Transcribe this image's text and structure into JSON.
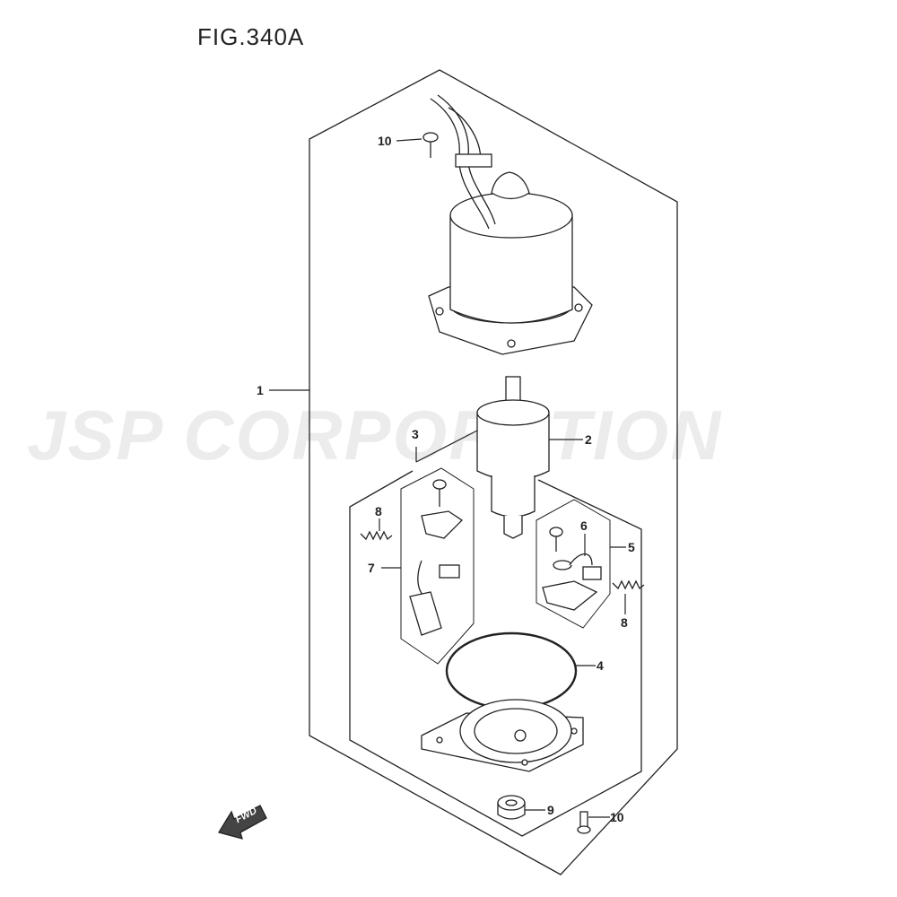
{
  "figure": {
    "title": "FIG.340A"
  },
  "watermark": "JSP CORPORATION",
  "direction_label": "FWD",
  "callouts": [
    {
      "id": "c10a",
      "label": "10"
    },
    {
      "id": "c1",
      "label": "1"
    },
    {
      "id": "c2",
      "label": "2"
    },
    {
      "id": "c3",
      "label": "3"
    },
    {
      "id": "c8a",
      "label": "8"
    },
    {
      "id": "c7",
      "label": "7"
    },
    {
      "id": "c6",
      "label": "6"
    },
    {
      "id": "c5",
      "label": "5"
    },
    {
      "id": "c8b",
      "label": "8"
    },
    {
      "id": "c4",
      "label": "4"
    },
    {
      "id": "c9",
      "label": "9"
    },
    {
      "id": "c10b",
      "label": "10"
    }
  ]
}
